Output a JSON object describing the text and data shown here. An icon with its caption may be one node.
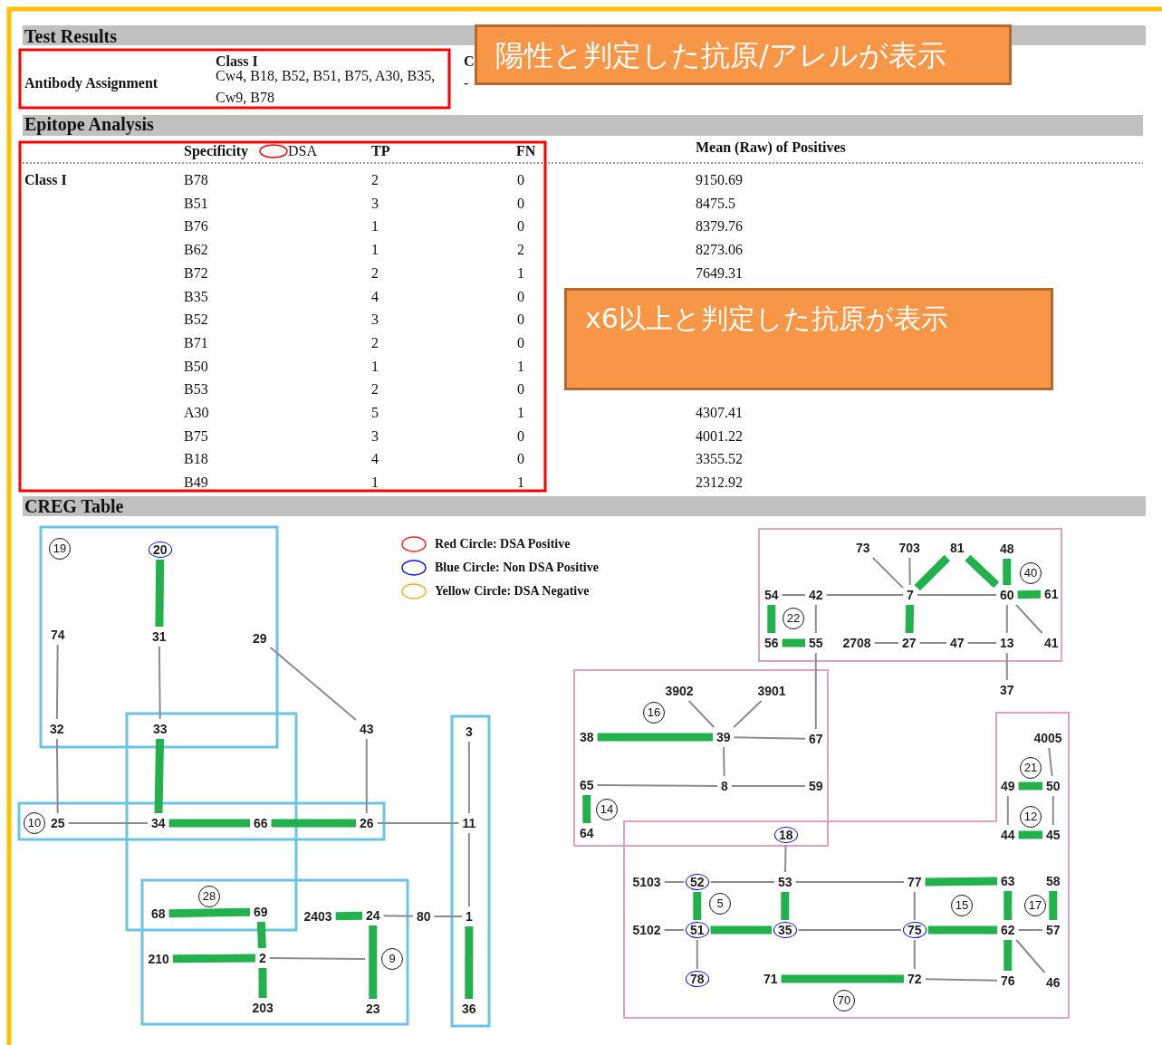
{
  "diagram": {
    "nodes": [
      {
        "text": [
          "陽性と判定した抗原/アレルが表示"
        ]
      },
      {
        "text": [
          "x6以上と判定した抗原が表示"
        ]
      },
      {
        "text": [
          "19"
        ]
      },
      {
        "text": [
          "20"
        ]
      },
      {
        "text": [
          "74"
        ]
      },
      {
        "text": [
          "31"
        ]
      },
      {
        "text": [
          "29"
        ]
      },
      {
        "text": [
          "32"
        ]
      },
      {
        "text": [
          "33"
        ]
      },
      {
        "text": [
          "43"
        ]
      },
      {
        "text": [
          "3"
        ]
      },
      {
        "text": [
          "10"
        ]
      },
      {
        "text": [
          "25"
        ]
      },
      {
        "text": [
          "34"
        ]
      },
      {
        "text": [
          "66"
        ]
      },
      {
        "text": [
          "26"
        ]
      },
      {
        "text": [
          "11"
        ]
      },
      {
        "text": [
          "28"
        ]
      },
      {
        "text": [
          "68"
        ]
      },
      {
        "text": [
          "69"
        ]
      },
      {
        "text": [
          "2403"
        ]
      },
      {
        "text": [
          "24"
        ]
      },
      {
        "text": [
          "80"
        ]
      },
      {
        "text": [
          "1"
        ]
      },
      {
        "text": [
          "210"
        ]
      },
      {
        "text": [
          "2"
        ]
      },
      {
        "text": [
          "9"
        ]
      },
      {
        "text": [
          "203"
        ]
      },
      {
        "text": [
          "23"
        ]
      },
      {
        "text": [
          "36"
        ]
      },
      {
        "text": [
          "73"
        ]
      },
      {
        "text": [
          "703"
        ]
      },
      {
        "text": [
          "81"
        ]
      },
      {
        "text": [
          "48"
        ]
      },
      {
        "text": [
          "40"
        ]
      },
      {
        "text": [
          "54"
        ]
      },
      {
        "text": [
          "42"
        ]
      },
      {
        "text": [
          "7"
        ]
      },
      {
        "text": [
          "60"
        ]
      },
      {
        "text": [
          "61"
        ]
      },
      {
        "text": [
          "22"
        ]
      },
      {
        "text": [
          "56"
        ]
      },
      {
        "text": [
          "55"
        ]
      },
      {
        "text": [
          "2708"
        ]
      },
      {
        "text": [
          "27"
        ]
      },
      {
        "text": [
          "47"
        ]
      },
      {
        "text": [
          "13"
        ]
      },
      {
        "text": [
          "41"
        ]
      },
      {
        "text": [
          "37"
        ]
      },
      {
        "text": [
          "3902"
        ]
      },
      {
        "text": [
          "3901"
        ]
      },
      {
        "text": [
          "16"
        ]
      },
      {
        "text": [
          "38"
        ]
      },
      {
        "text": [
          "39"
        ]
      },
      {
        "text": [
          "67"
        ]
      },
      {
        "text": [
          "4005"
        ]
      },
      {
        "text": [
          "21"
        ]
      },
      {
        "text": [
          "65"
        ]
      },
      {
        "text": [
          "8"
        ]
      },
      {
        "text": [
          "59"
        ]
      },
      {
        "text": [
          "49"
        ]
      },
      {
        "text": [
          "50"
        ]
      },
      {
        "text": [
          "14"
        ]
      },
      {
        "text": [
          "12"
        ]
      },
      {
        "text": [
          "64"
        ]
      },
      {
        "text": [
          "18"
        ]
      },
      {
        "text": [
          "44"
        ]
      },
      {
        "text": [
          "45"
        ]
      },
      {
        "text": [
          "5103"
        ]
      },
      {
        "text": [
          "52"
        ]
      },
      {
        "text": [
          "53"
        ]
      },
      {
        "text": [
          "77"
        ]
      },
      {
        "text": [
          "63"
        ]
      },
      {
        "text": [
          "58"
        ]
      },
      {
        "text": [
          "5"
        ]
      },
      {
        "text": [
          "15"
        ]
      },
      {
        "text": [
          "17"
        ]
      },
      {
        "text": [
          "5102"
        ]
      },
      {
        "text": [
          "51"
        ]
      },
      {
        "text": [
          "35"
        ]
      },
      {
        "text": [
          "75"
        ]
      },
      {
        "text": [
          "62"
        ]
      },
      {
        "text": [
          "57"
        ]
      },
      {
        "text": [
          "78"
        ]
      },
      {
        "text": [
          "71"
        ]
      },
      {
        "text": [
          "72"
        ]
      },
      {
        "text": [
          "76"
        ]
      },
      {
        "text": [
          "46"
        ]
      },
      {
        "text": [
          "70"
        ]
      }
    ],
    "edges": [
      {
        "from": 3,
        "to": 5,
        "arrow": "none",
        "style": "thick",
        "color": "#22b14c"
      },
      {
        "from": 5,
        "to": 8,
        "arrow": "none"
      },
      {
        "from": 4,
        "to": 7,
        "arrow": "none"
      },
      {
        "from": 6,
        "to": 9,
        "arrow": "none"
      },
      {
        "from": 7,
        "to": 12,
        "arrow": "none"
      },
      {
        "from": 8,
        "to": 13,
        "arrow": "none",
        "style": "thick",
        "color": "#22b14c"
      },
      {
        "from": 12,
        "to": 13,
        "arrow": "none"
      },
      {
        "from": 13,
        "to": 14,
        "arrow": "none",
        "style": "thick",
        "color": "#22b14c"
      },
      {
        "from": 14,
        "to": 15,
        "arrow": "none",
        "style": "thick",
        "color": "#22b14c"
      },
      {
        "from": 9,
        "to": 15,
        "arrow": "none"
      },
      {
        "from": 15,
        "to": 16,
        "arrow": "none"
      },
      {
        "from": 10,
        "to": 16,
        "arrow": "none"
      },
      {
        "from": 16,
        "to": 23,
        "arrow": "none"
      },
      {
        "from": 18,
        "to": 19,
        "arrow": "none",
        "style": "thick",
        "color": "#22b14c"
      },
      {
        "from": 19,
        "to": 25,
        "arrow": "none",
        "style": "thick",
        "color": "#22b14c"
      },
      {
        "from": 24,
        "to": 25,
        "arrow": "none",
        "style": "thick",
        "color": "#22b14c"
      },
      {
        "from": 25,
        "to": 27,
        "arrow": "none",
        "style": "thick",
        "color": "#22b14c"
      },
      {
        "from": 25,
        "to": null,
        "arrow": "none"
      },
      {
        "from": 20,
        "to": 21,
        "arrow": "none",
        "style": "thick",
        "color": "#22b14c"
      },
      {
        "from": 21,
        "to": 22,
        "arrow": "none"
      },
      {
        "from": 22,
        "to": 23,
        "arrow": "none"
      },
      {
        "from": 21,
        "to": 28,
        "arrow": "none",
        "style": "thick",
        "color": "#22b14c"
      },
      {
        "from": 23,
        "to": 29,
        "arrow": "none",
        "style": "thick",
        "color": "#22b14c"
      },
      {
        "from": 30,
        "to": 37,
        "arrow": "none"
      },
      {
        "from": 31,
        "to": 37,
        "arrow": "none"
      },
      {
        "from": 37,
        "to": 32,
        "arrow": "none",
        "style": "thick",
        "color": "#22b14c"
      },
      {
        "from": 32,
        "to": 38,
        "arrow": "none",
        "style": "thick",
        "color": "#22b14c"
      },
      {
        "from": 33,
        "to": 38,
        "arrow": "none",
        "style": "thick",
        "color": "#22b14c"
      },
      {
        "from": 38,
        "to": 39,
        "arrow": "none",
        "style": "thick",
        "color": "#22b14c"
      },
      {
        "from": 35,
        "to": 36,
        "arrow": "none"
      },
      {
        "from": 36,
        "to": 37,
        "arrow": "none"
      },
      {
        "from": 37,
        "to": 38,
        "arrow": "none"
      },
      {
        "from": 35,
        "to": 41,
        "arrow": "none",
        "style": "thick",
        "color": "#22b14c"
      },
      {
        "from": 36,
        "to": 42,
        "arrow": "none"
      },
      {
        "from": 41,
        "to": 42,
        "arrow": "none",
        "style": "thick",
        "color": "#22b14c"
      },
      {
        "from": 37,
        "to": 44,
        "arrow": "none",
        "style": "thick",
        "color": "#22b14c"
      },
      {
        "from": 43,
        "to": 44,
        "arrow": "none"
      },
      {
        "from": 44,
        "to": 45,
        "arrow": "none"
      },
      {
        "from": 45,
        "to": 46,
        "arrow": "none"
      },
      {
        "from": 38,
        "to": 46,
        "arrow": "none"
      },
      {
        "from": 38,
        "to": 47,
        "arrow": "none"
      },
      {
        "from": 46,
        "to": 48,
        "arrow": "none"
      },
      {
        "from": 42,
        "to": 54,
        "arrow": "none"
      },
      {
        "from": 49,
        "to": 53,
        "arrow": "none"
      },
      {
        "from": 50,
        "to": 53,
        "arrow": "none"
      },
      {
        "from": 52,
        "to": 53,
        "arrow": "none",
        "style": "thick",
        "color": "#22b14c"
      },
      {
        "from": 53,
        "to": 54,
        "arrow": "none"
      },
      {
        "from": 53,
        "to": 58,
        "arrow": "none"
      },
      {
        "from": 57,
        "to": 58,
        "arrow": "none"
      },
      {
        "from": 58,
        "to": 59,
        "arrow": "none"
      },
      {
        "from": 57,
        "to": 64,
        "arrow": "none",
        "style": "thick",
        "color": "#22b14c"
      },
      {
        "from": 55,
        "to": 61,
        "arrow": "none"
      },
      {
        "from": 60,
        "to": 61,
        "arrow": "none",
        "style": "thick",
        "color": "#22b14c"
      },
      {
        "from": 60,
        "to": 66,
        "arrow": "none"
      },
      {
        "from": 61,
        "to": 67,
        "arrow": "none"
      },
      {
        "from": 66,
        "to": 67,
        "arrow": "none",
        "style": "thick",
        "color": "#22b14c"
      },
      {
        "from": 65,
        "to": 70,
        "arrow": "none"
      },
      {
        "from": 68,
        "to": 69,
        "arrow": "none"
      },
      {
        "from": 69,
        "to": 70,
        "arrow": "none"
      },
      {
        "from": 70,
        "to": 71,
        "arrow": "none"
      },
      {
        "from": 71,
        "to": 72,
        "arrow": "none",
        "style": "thick",
        "color": "#22b14c"
      },
      {
        "from": 69,
        "to": 78,
        "arrow": "none",
        "style": "thick",
        "color": "#22b14c"
      },
      {
        "from": 70,
        "to": 79,
        "arrow": "none",
        "style": "thick",
        "color": "#22b14c"
      },
      {
        "from": 71,
        "to": 80,
        "arrow": "none"
      },
      {
        "from": 72,
        "to": 81,
        "arrow": "none",
        "style": "thick",
        "color": "#22b14c"
      },
      {
        "from": 73,
        "to": 82,
        "arrow": "none",
        "style": "thick",
        "color": "#22b14c"
      },
      {
        "from": 77,
        "to": 78,
        "arrow": "none"
      },
      {
        "from": 78,
        "to": 79,
        "arrow": "none",
        "style": "thick",
        "color": "#22b14c"
      },
      {
        "from": 79,
        "to": 80,
        "arrow": "none"
      },
      {
        "from": 80,
        "to": 81,
        "arrow": "none",
        "style": "thick",
        "color": "#22b14c"
      },
      {
        "from": 81,
        "to": 82,
        "arrow": "none"
      },
      {
        "from": 78,
        "to": 83,
        "arrow": "none"
      },
      {
        "from": 80,
        "to": 85,
        "arrow": "none"
      },
      {
        "from": 81,
        "to": 86,
        "arrow": "none",
        "style": "thick",
        "color": "#22b14c"
      },
      {
        "from": 81,
        "to": 87,
        "arrow": "none"
      },
      {
        "from": 84,
        "to": 85,
        "arrow": "none",
        "style": "thick",
        "color": "#22b14c"
      },
      {
        "from": 85,
        "to": 86,
        "arrow": "none"
      }
    ],
    "labels": [
      "Test Results",
      "Class I",
      "C",
      "Antibody Assignment",
      "Cw4, B18, B52, B51, B75, A30, B35, Cw9, B78",
      "-",
      "Epitope Analysis",
      "Specificity",
      "DSA",
      "TP",
      "FN",
      "Mean (Raw) of Positives",
      "Class I",
      "B78",
      "2",
      "0",
      "9150.69",
      "B51",
      "3",
      "0",
      "8475.5",
      "B76",
      "1",
      "0",
      "8379.76",
      "B62",
      "1",
      "2",
      "8273.06",
      "B72",
      "2",
      "1",
      "7649.31",
      "B35",
      "4",
      "0",
      "B52",
      "3",
      "0",
      "B71",
      "2",
      "0",
      "B50",
      "1",
      "1",
      "B53",
      "2",
      "0",
      "A30",
      "5",
      "1",
      "4307.41",
      "B75",
      "3",
      "0",
      "4001.22",
      "B18",
      "4",
      "0",
      "3355.52",
      "B49",
      "1",
      "1",
      "2312.92",
      "CREG Table"
    ],
    "legend": [
      {
        "text": "Red Circle: DSA Positive"
      },
      {
        "text": "Blue Circle: Non DSA Positive"
      },
      {
        "text": "Yellow Circle: DSA Negative"
      }
    ]
  }
}
